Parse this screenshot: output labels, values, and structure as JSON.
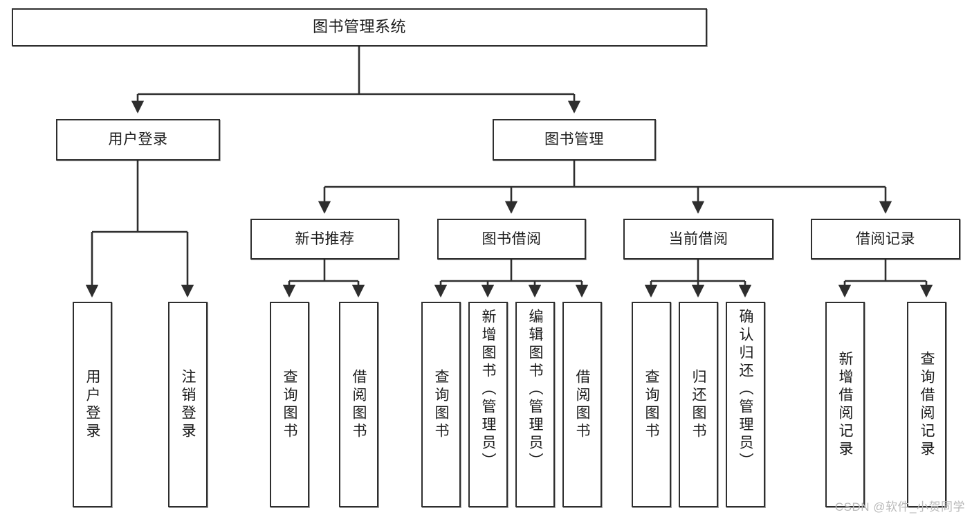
{
  "diagram": {
    "title": "图书管理系统",
    "watermark": "CSDN @软件_小贺同学",
    "stroke_color": "#2e2e2e",
    "background_color": "#ffffff",
    "root": {
      "label": "图书管理系统"
    },
    "level1": [
      {
        "label": "用户登录"
      },
      {
        "label": "图书管理"
      }
    ],
    "level2": [
      {
        "label": "新书推荐"
      },
      {
        "label": "图书借阅"
      },
      {
        "label": "当前借阅"
      },
      {
        "label": "借阅记录"
      }
    ],
    "leaves": {
      "user_login": [
        {
          "label": "用户登录"
        },
        {
          "label": "注销登录"
        }
      ],
      "new_book_recommend": [
        {
          "label": "查询图书"
        },
        {
          "label": "借阅图书"
        }
      ],
      "book_borrow": [
        {
          "label": "查询图书"
        },
        {
          "label": "新增图书（管理员）"
        },
        {
          "label": "编辑图书（管理员）"
        },
        {
          "label": "借阅图书"
        }
      ],
      "current_borrow": [
        {
          "label": "查询图书"
        },
        {
          "label": "归还图书"
        },
        {
          "label": "确认归还（管理员）"
        }
      ],
      "borrow_record": [
        {
          "label": "新增借阅记录"
        },
        {
          "label": "查询借阅记录"
        }
      ]
    }
  }
}
